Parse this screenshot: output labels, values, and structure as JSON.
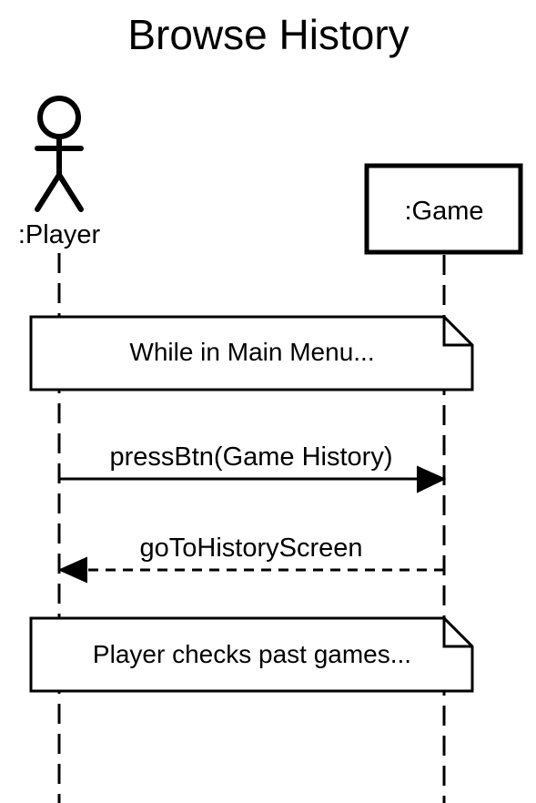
{
  "diagram": {
    "title": "Browse History",
    "actor": {
      "label": ":Player"
    },
    "participant": {
      "label": ":Game"
    },
    "notes": [
      {
        "text": "While in Main Menu..."
      },
      {
        "text": "Player checks past games..."
      }
    ],
    "messages": [
      {
        "label": "pressBtn(Game History)",
        "direction": "right",
        "style": "solid"
      },
      {
        "label": "goToHistoryScreen",
        "direction": "left",
        "style": "dashed"
      }
    ],
    "colors": {
      "stroke": "#000000",
      "background": "#ffffff"
    }
  }
}
